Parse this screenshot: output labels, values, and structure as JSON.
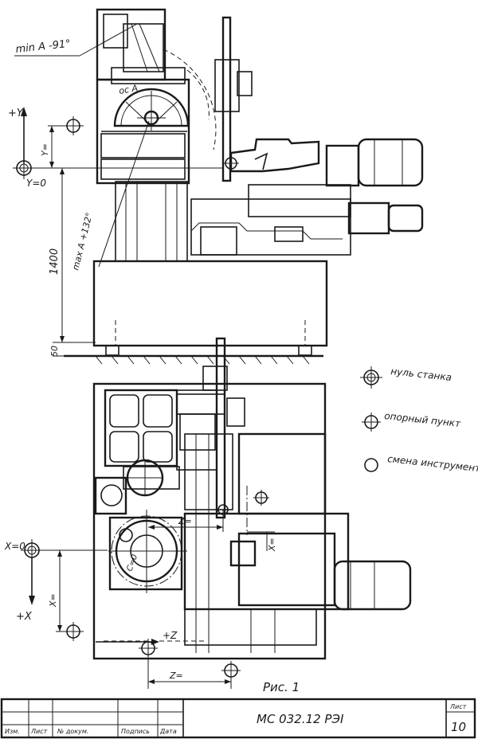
{
  "annotations": {
    "min_angle": "min A -91°",
    "axis_a": "oc A",
    "max_angle": "max A +132°",
    "plus_y": "+Y",
    "y_zero": "Y=0",
    "y_eq": "Y=",
    "dim_1400": "1400",
    "dim_50": "50",
    "x_zero": "X=0",
    "plus_x": "+X",
    "x_eq": "X=",
    "c_zero": "C=0",
    "z_eq_upper": "Z=",
    "x_eq_right": "X=",
    "plus_z": "+Z",
    "z_eq_lower": "Z="
  },
  "legend": {
    "machine_zero": "нуль станка",
    "reference_point": "опорный пункт",
    "tool_change": "смена инструмента"
  },
  "caption": "Рис. 1",
  "title_block": {
    "doc_code": "МС 032.12 РЭI",
    "sheet_label": "Лист",
    "sheet_number": "10",
    "columns": [
      "Изм.",
      "Лист",
      "№ докум.",
      "Подпись",
      "Дата"
    ]
  },
  "colors": {
    "ink": "#1a1a1a",
    "paper": "#ffffff"
  }
}
